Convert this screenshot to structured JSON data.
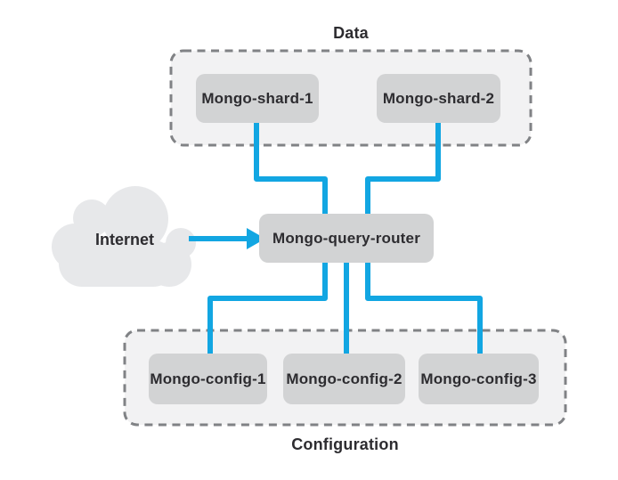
{
  "diagram": {
    "type": "architecture-diagram",
    "subject": "MongoDB sharded cluster",
    "groups": {
      "data": {
        "label": "Data"
      },
      "configuration": {
        "label": "Configuration"
      }
    },
    "nodes": {
      "shard1": {
        "label": "Mongo-shard-1"
      },
      "shard2": {
        "label": "Mongo-shard-2"
      },
      "router": {
        "label": "Mongo-query-router"
      },
      "config1": {
        "label": "Mongo-config-1"
      },
      "config2": {
        "label": "Mongo-config-2"
      },
      "config3": {
        "label": "Mongo-config-3"
      }
    },
    "cloud": {
      "label": "Internet"
    },
    "edges": [
      {
        "from": "Internet",
        "to": "Mongo-query-router",
        "style": "arrow"
      },
      {
        "from": "Mongo-shard-1",
        "to": "Mongo-query-router",
        "style": "line"
      },
      {
        "from": "Mongo-shard-2",
        "to": "Mongo-query-router",
        "style": "line"
      },
      {
        "from": "Mongo-query-router",
        "to": "Mongo-config-1",
        "style": "line"
      },
      {
        "from": "Mongo-query-router",
        "to": "Mongo-config-2",
        "style": "line"
      },
      {
        "from": "Mongo-query-router",
        "to": "Mongo-config-3",
        "style": "line"
      }
    ],
    "colors": {
      "connector_blue": "#12A6E2",
      "node_fill": "#D2D3D4",
      "group_fill": "#F2F2F3",
      "group_border": "#808285",
      "cloud_fill": "#E7E8EA",
      "label_text": "#2D2C30",
      "canvas_bg": "#FFFFFF"
    }
  }
}
